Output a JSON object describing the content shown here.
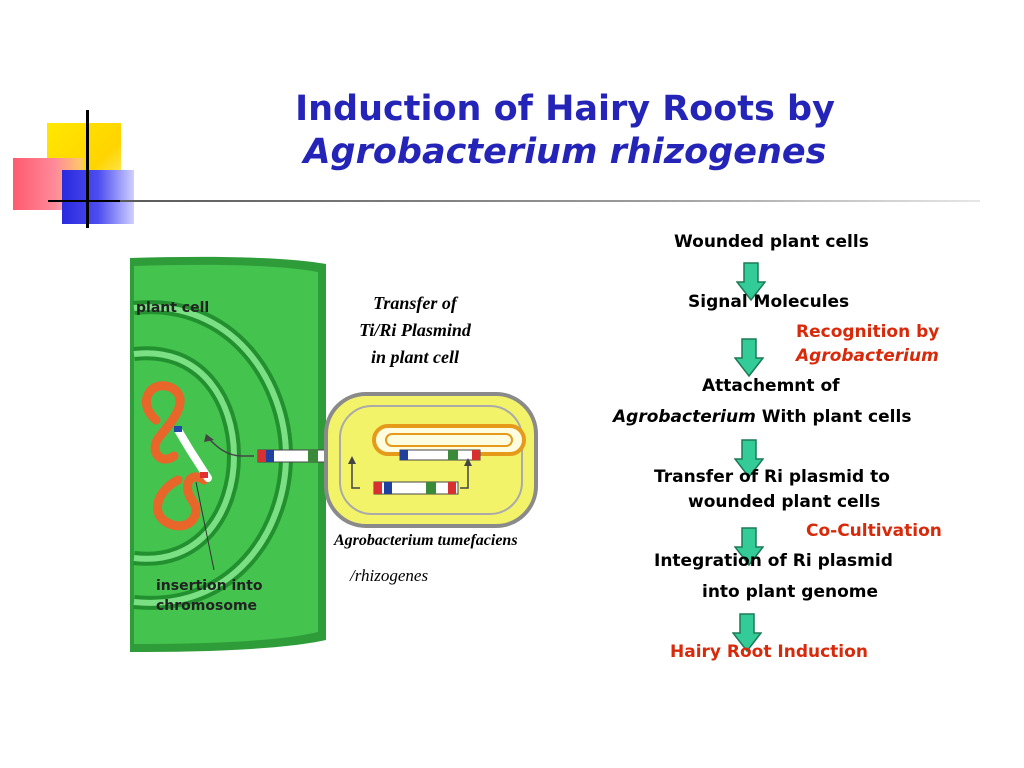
{
  "slide": {
    "title_line1": "Induction of Hairy Roots by",
    "title_line2": "Agrobacterium rhizogenes"
  },
  "figure": {
    "plant_cell_label": "plant cell",
    "transfer_caption": [
      "Transfer of",
      "Ti/Ri Plasmind",
      "in plant cell"
    ],
    "agrobacterium_label": "Agrobacterium tumefaciens",
    "rhizogenes_note": "/rhizogenes",
    "insertion_label": [
      "insertion into",
      "chromosome"
    ]
  },
  "flow": {
    "wounded": "Wounded plant cells",
    "signal": "Signal Molecules",
    "recognition_line1": "Recognition by",
    "recognition_line2": "Agrobacterium",
    "attachment_line1": "Attachemnt of",
    "attachment_italic": "Agrobacterium",
    "attachment_rest": " With plant cells",
    "transfer_line1": "Transfer of Ri plasmid to",
    "transfer_line2": "wounded plant cells",
    "cocultivation": "Co-Cultivation",
    "integration_line1": "Integration of Ri plasmid",
    "integration_line2": "into plant genome",
    "hairy_root": "Hairy Root Induction"
  },
  "colors": {
    "title_blue": "#2424b8",
    "highlight_red": "#d82a0a",
    "arrow_green": "#33cc99",
    "cell_green": "#3ec24a",
    "bacterium_yellow": "#f3f36a"
  }
}
